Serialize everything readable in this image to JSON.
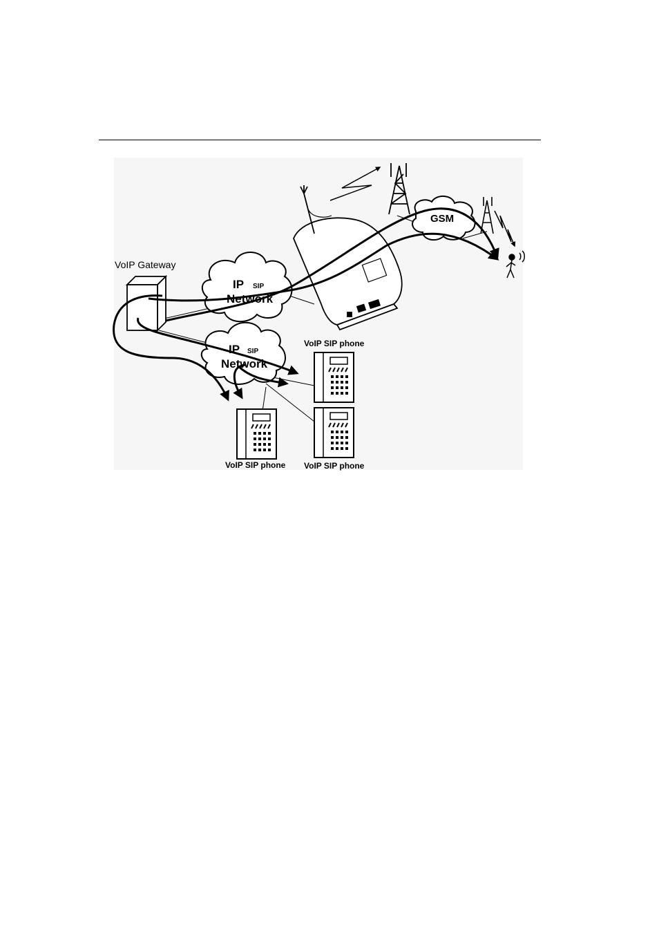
{
  "diagram": {
    "gateway_label": "VoIP Gateway",
    "cloud_top": {
      "prefix": "IP",
      "sub": "SIP",
      "network": "Network"
    },
    "cloud_bottom": {
      "prefix": "IP",
      "sub": "SIP",
      "network": "Network"
    },
    "gsm_label": "GSM",
    "phone_labels": [
      "VoIP SIP phone",
      "VoIP SIP phone",
      "VoIP SIP phone"
    ]
  }
}
